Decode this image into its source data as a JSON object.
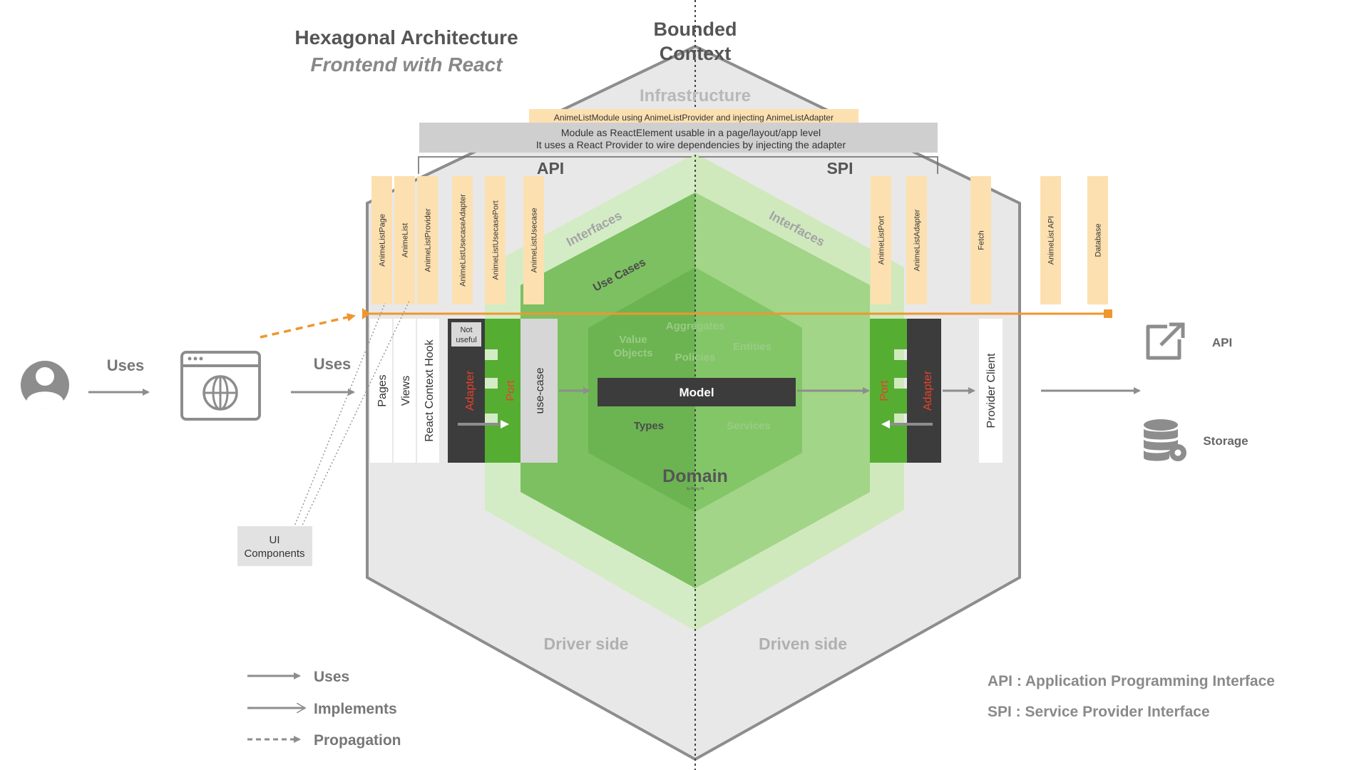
{
  "title": "Hexagonal Architecture",
  "subtitle": "Frontend with React",
  "bounded_context": "Bounded Context",
  "infrastructure": "Infrastructure",
  "module_banner": "AnimeListModule using AnimeListProvider and injecting AnimeListAdapter",
  "module_desc_line1": "Module as ReactElement usable in a page/layout/app level",
  "module_desc_line2": "It uses a React Provider to wire dependencies by injecting the adapter",
  "api_label": "API",
  "spi_label": "SPI",
  "interfaces_left": "Interfaces",
  "interfaces_right": "Interfaces",
  "use_cases": "Use Cases",
  "domain": "Domain",
  "domain_small": "by Kong Hi",
  "domain_terms": {
    "aggregates": "Aggregates",
    "value_objects": "Value Objects",
    "policies": "Policies",
    "entities": "Entities",
    "types": "Types",
    "services": "Services"
  },
  "model": "Model",
  "file_tags": [
    "AnimeListPage",
    "AnimeList",
    "AnimeListProvider",
    "AnimeListUsecaseAdapter",
    "AnimeListUsecasePort",
    "AnimeListUsecase",
    "AnimeListPort",
    "AnimeListAdapter",
    "Fetch",
    "AnimeList API",
    "Database"
  ],
  "columns": {
    "pages": "Pages",
    "views": "Views",
    "hook": "React Context Hook",
    "adapter_left": "Adapter",
    "port_left": "Port",
    "not_useful": "Not useful",
    "usecase": "use-case",
    "port_right": "Port",
    "adapter_right": "Adapter",
    "provider_client": "Provider Client"
  },
  "uses_1": "Uses",
  "uses_2": "Uses",
  "ui_components": "UI Components",
  "external": {
    "api": "API",
    "storage": "Storage"
  },
  "driver_side": "Driver side",
  "driven_side": "Driven side",
  "legend": {
    "uses": "Uses",
    "implements": "Implements",
    "propagation": "Propagation"
  },
  "definitions": {
    "api": "API : Application Programming Interface",
    "spi": "SPI : Service Provider Interface"
  },
  "colors": {
    "outer_hex": "#e8e8e8",
    "ring_light": "#d4ecc5",
    "ring_mid": "#a9d88e",
    "ring_dark": "#7cc061",
    "domain": "#5ea84a",
    "tag": "#fde0b0",
    "propagation": "#f0962e",
    "accent_red": "#e8412a",
    "port_green": "#55ae32"
  }
}
